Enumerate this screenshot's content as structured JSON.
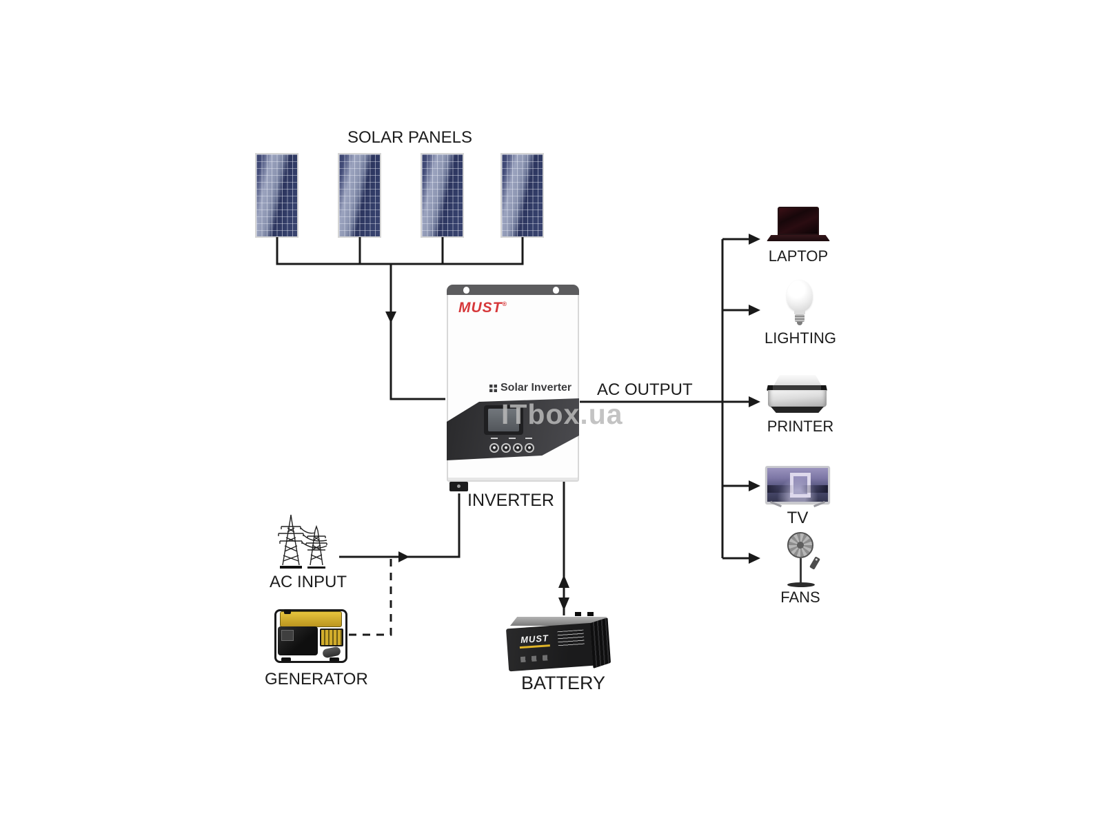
{
  "watermark": "ITbox.ua",
  "nodes": {
    "solar_panels": {
      "label": "SOLAR PANELS",
      "panel_count": 4
    },
    "inverter": {
      "label": "INVERTER",
      "brand": "MUST",
      "reg_mark": "®",
      "product": "Solar Inverter"
    },
    "ac_output": {
      "label": "AC OUTPUT"
    },
    "ac_input": {
      "label": "AC INPUT"
    },
    "generator": {
      "label": "GENERATOR"
    },
    "battery": {
      "label": "BATTERY",
      "brand": "MUST"
    }
  },
  "devices": [
    {
      "label": "LAPTOP",
      "icon": "laptop-icon"
    },
    {
      "label": "LIGHTING",
      "icon": "light-bulb-icon"
    },
    {
      "label": "PRINTER",
      "icon": "printer-icon"
    },
    {
      "label": "TV",
      "icon": "tv-icon"
    },
    {
      "label": "FANS",
      "icon": "pedestal-fan-icon"
    }
  ],
  "connections": [
    {
      "from": "solar_panels",
      "to": "inverter",
      "style": "solid-arrow-down"
    },
    {
      "from": "ac_input",
      "to": "inverter",
      "style": "solid-arrow-right"
    },
    {
      "from": "generator",
      "to": "ac_input-line",
      "style": "dashed"
    },
    {
      "from": "inverter",
      "to": "battery",
      "style": "double-headed-arrow"
    },
    {
      "from": "inverter",
      "to": "ac_output-bus",
      "style": "solid"
    },
    {
      "from": "ac_output-bus",
      "to": "LAPTOP, LIGHTING, PRINTER, TV, FANS",
      "style": "solid-arrows"
    }
  ],
  "colors": {
    "background": "#ffffff",
    "line": "#1a1a1a",
    "brand_red": "#d6383a",
    "panel_navy": "#333e69",
    "generator_yellow": "#d2ad2c",
    "battery_stripe_yellow": "#e0b428",
    "watermark_gray": "#b9b9b9"
  }
}
